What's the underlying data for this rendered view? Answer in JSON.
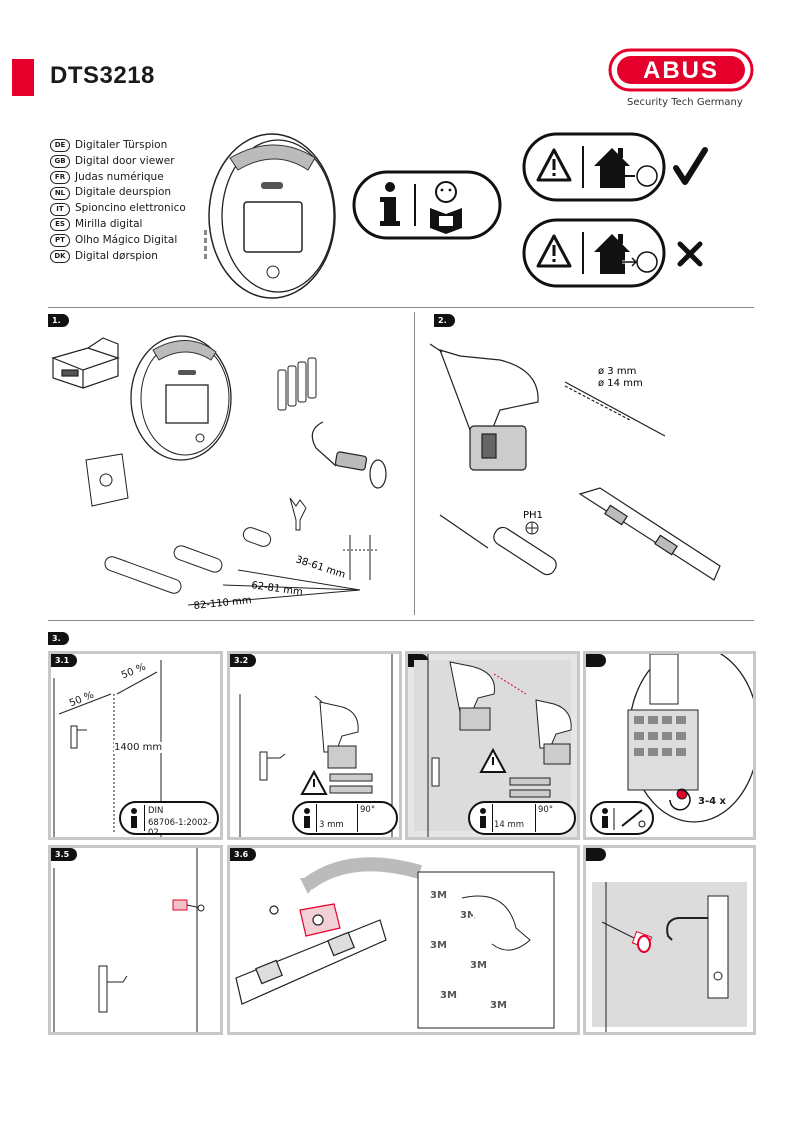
{
  "header": {
    "model": "DTS3218",
    "brand": "ABUS",
    "tagline": "Security Tech Germany"
  },
  "languages": [
    {
      "code": "DE",
      "label": "Digitaler Türspion"
    },
    {
      "code": "GB",
      "label": "Digital door viewer"
    },
    {
      "code": "FR",
      "label": "Judas numérique"
    },
    {
      "code": "NL",
      "label": "Digitale deurspion"
    },
    {
      "code": "IT",
      "label": "Spioncino elettronico"
    },
    {
      "code": "ES",
      "label": "Mirilla digital"
    },
    {
      "code": "PT",
      "label": "Olho Mágico Digital"
    },
    {
      "code": "DK",
      "label": "Digital dørspion"
    }
  ],
  "sections": {
    "s1": "1.",
    "s2": "2.",
    "s3": "3."
  },
  "step1": {
    "range_a": "38-61 mm",
    "range_b": "62-81 mm",
    "range_c": "82-110 mm"
  },
  "step2": {
    "drill_3": "ø  3 mm",
    "drill_14": "ø 14 mm",
    "screwdriver": "PH1"
  },
  "step3": {
    "p31": "3.1",
    "p32": "3.2",
    "p35": "3.5",
    "p36": "3.6",
    "pct_a": "50 %",
    "pct_b": "50 %",
    "height": "1400 mm",
    "din": "DIN",
    "din_norm": "68706-1:2002-02",
    "drill_3mm": "3 mm",
    "drill_14mm": "14 mm",
    "angle_a": "90°",
    "angle_b": "90°",
    "turns": "3-4 x"
  },
  "colors": {
    "brand_red": "#e4002b",
    "panel_border": "#c8c8c8"
  }
}
